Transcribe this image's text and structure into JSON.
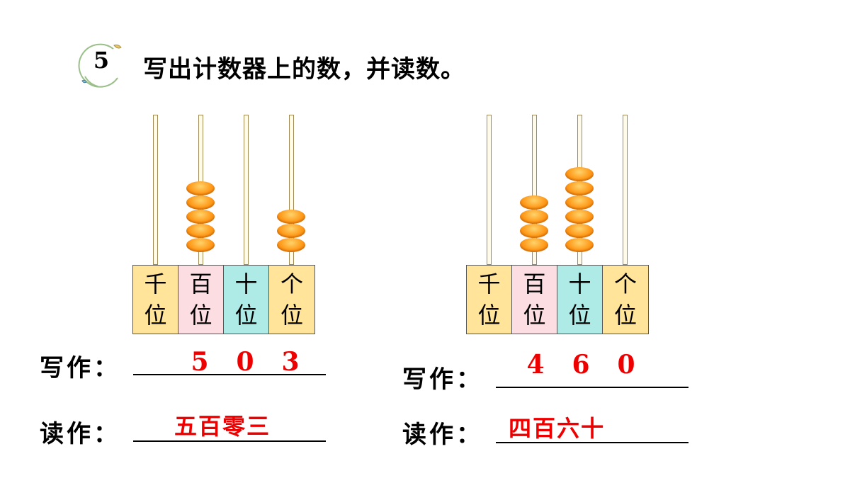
{
  "exercise": {
    "number": "5",
    "instruction": "写出计数器上的数，并读数。"
  },
  "abacus_left": {
    "places": [
      {
        "top": "千",
        "bottom": "位",
        "color": "#ffe49a",
        "beads": 0
      },
      {
        "top": "百",
        "bottom": "位",
        "color": "#fbdde2",
        "beads": 5
      },
      {
        "top": "十",
        "bottom": "位",
        "color": "#aeeae6",
        "beads": 0
      },
      {
        "top": "个",
        "bottom": "位",
        "color": "#ffe49a",
        "beads": 3
      }
    ],
    "write_label": "写作：",
    "write_answer": [
      "5",
      "0",
      "3"
    ],
    "read_label": "读作：",
    "read_answer": "五百零三"
  },
  "abacus_right": {
    "places": [
      {
        "top": "千",
        "bottom": "位",
        "color": "#ffe49a",
        "beads": 0
      },
      {
        "top": "百",
        "bottom": "位",
        "color": "#fbdde2",
        "beads": 4
      },
      {
        "top": "十",
        "bottom": "位",
        "color": "#aeeae6",
        "beads": 6
      },
      {
        "top": "个",
        "bottom": "位",
        "color": "#ffe49a",
        "beads": 0
      }
    ],
    "write_label": "写作：",
    "write_answer": [
      "4",
      "6",
      "0"
    ],
    "read_label": "读作：",
    "read_answer": "四百六十"
  },
  "colors": {
    "answer": "#ee0000",
    "bead": "#ff9a1a"
  }
}
